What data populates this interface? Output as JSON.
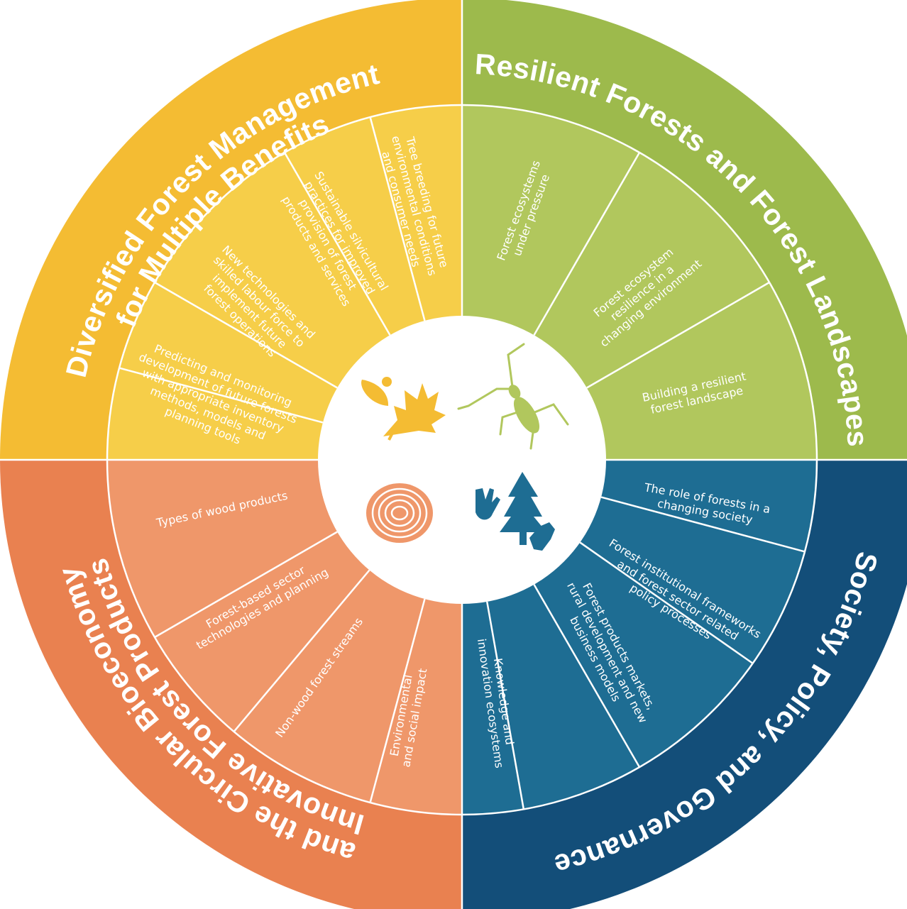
{
  "colors": {
    "yellow_outer": "#f4bc33",
    "yellow_inner": "#f6ce49",
    "green_outer": "#9dba4c",
    "green_inner": "#b1c75d",
    "blue_outer": "#134e79",
    "blue_inner": "#1e6d93",
    "orange_outer": "#e98150",
    "orange_inner": "#ef976a",
    "center": "#ffffff"
  },
  "quadrants": [
    {
      "id": "diversified",
      "title_lines": [
        "Diversified Forest Management",
        "for Multiple Benefits"
      ],
      "segments": [
        {
          "lines": [
            "Tree breeding for future",
            "environmental conditions",
            "and consumer needs"
          ]
        },
        {
          "lines": [
            "Sustainable silvicultural",
            "practices for improved",
            "provision of forest",
            "products and services"
          ]
        },
        {
          "lines": [
            "New technologies and",
            "skilled labour force to",
            "implement future",
            "forest operations"
          ]
        },
        {
          "lines": [
            "Predicting and monitoring",
            "development of future forests",
            "with appropriate inventory",
            "methods, models and",
            "planning tools"
          ]
        }
      ],
      "icon": "leaves-icon"
    },
    {
      "id": "resilient",
      "title_lines": [
        "Resilient Forests and Forest Landscapes"
      ],
      "segments": [
        {
          "lines": [
            "Forest ecosystems",
            "under pressure"
          ]
        },
        {
          "lines": [
            "Forest ecosystem",
            "resilience in a",
            "changing environment"
          ]
        },
        {
          "lines": [
            "Building a resilient",
            "forest landscape"
          ]
        }
      ],
      "icon": "insect-icon"
    },
    {
      "id": "society",
      "title_lines": [
        "Society, Policy, and Governance"
      ],
      "segments": [
        {
          "lines": [
            "The role of forests in a",
            "changing society"
          ]
        },
        {
          "lines": [
            "Forest institutional frameworks",
            "and forest sector related",
            "policy processes"
          ]
        },
        {
          "lines": [
            "Forest products markets,",
            "rural development and new",
            "business models"
          ]
        },
        {
          "lines": [
            "Knowledge and",
            "innovation ecosystems"
          ]
        }
      ],
      "icon": "tree-hands-icon"
    },
    {
      "id": "innovative",
      "title_lines": [
        "Innovative Forest Products",
        "and the Circular Bioeconomy"
      ],
      "segments": [
        {
          "lines": [
            "Types of wood products"
          ]
        },
        {
          "lines": [
            "Forest-based sector",
            "technologies and planning"
          ]
        },
        {
          "lines": [
            "Non-wood forest streams"
          ]
        },
        {
          "lines": [
            "Environmental",
            "and social impact"
          ]
        }
      ],
      "icon": "wood-rings-icon"
    }
  ]
}
